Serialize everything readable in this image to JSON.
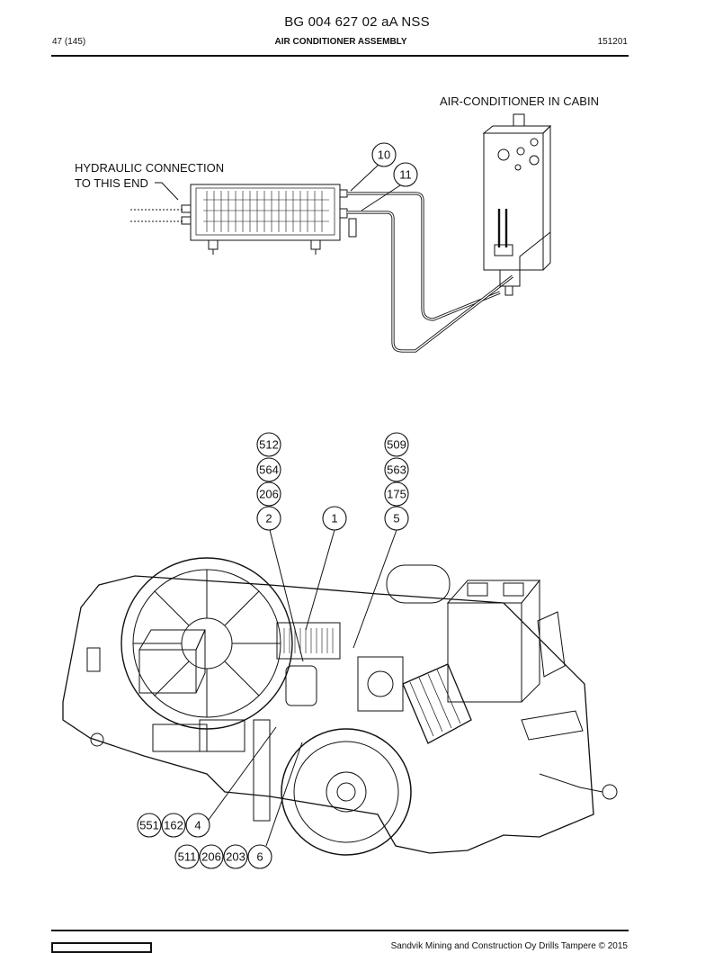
{
  "header": {
    "doc_code": "BG 004 627 02 aA NSS",
    "page": "47 (145)",
    "section_title": "AIR CONDITIONER ASSEMBLY",
    "date": "151201"
  },
  "top_figure": {
    "label_cabin": "AIR-CONDITIONER IN CABIN",
    "label_hydraulic_line1": "HYDRAULIC CONNECTION",
    "label_hydraulic_line2": "TO THIS END",
    "callouts": [
      "10",
      "11"
    ]
  },
  "bottom_figure": {
    "callouts_col1": [
      "512",
      "564",
      "206",
      "2"
    ],
    "callouts_mid": [
      "1"
    ],
    "callouts_col2": [
      "509",
      "563",
      "175",
      "5"
    ],
    "callouts_row_a": [
      "551",
      "162",
      "4"
    ],
    "callouts_row_b": [
      "511",
      "206",
      "203",
      "6"
    ]
  },
  "footer": {
    "copyright": "Sandvik Mining and Construction Oy Drills Tampere © 2015"
  }
}
